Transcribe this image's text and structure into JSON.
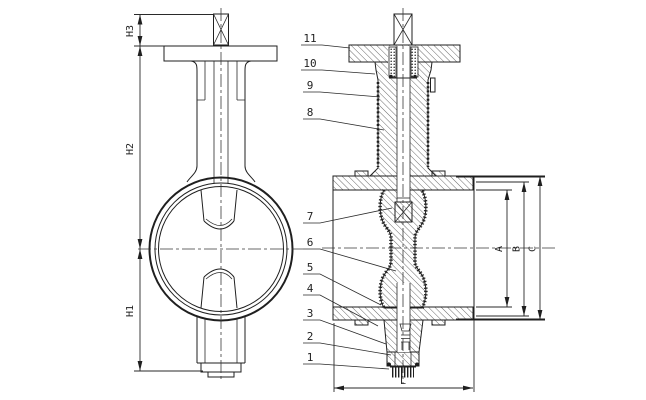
{
  "title": "Butterfly valve technical drawing, front view and cross-section",
  "colors": {
    "background": "#ffffff",
    "line": "#1f1f1f"
  },
  "front_view": {
    "dim_labels": {
      "h3": "H3",
      "h2": "H2",
      "h1": "H1"
    }
  },
  "section_view": {
    "dim_labels": {
      "a": "A",
      "b": "B",
      "c": "C",
      "l": "L"
    },
    "callouts": [
      {
        "number": "1"
      },
      {
        "number": "2"
      },
      {
        "number": "3"
      },
      {
        "number": "4"
      },
      {
        "number": "5"
      },
      {
        "number": "6"
      },
      {
        "number": "7"
      },
      {
        "number": "8"
      },
      {
        "number": "9"
      },
      {
        "number": "10"
      },
      {
        "number": "11"
      }
    ]
  }
}
